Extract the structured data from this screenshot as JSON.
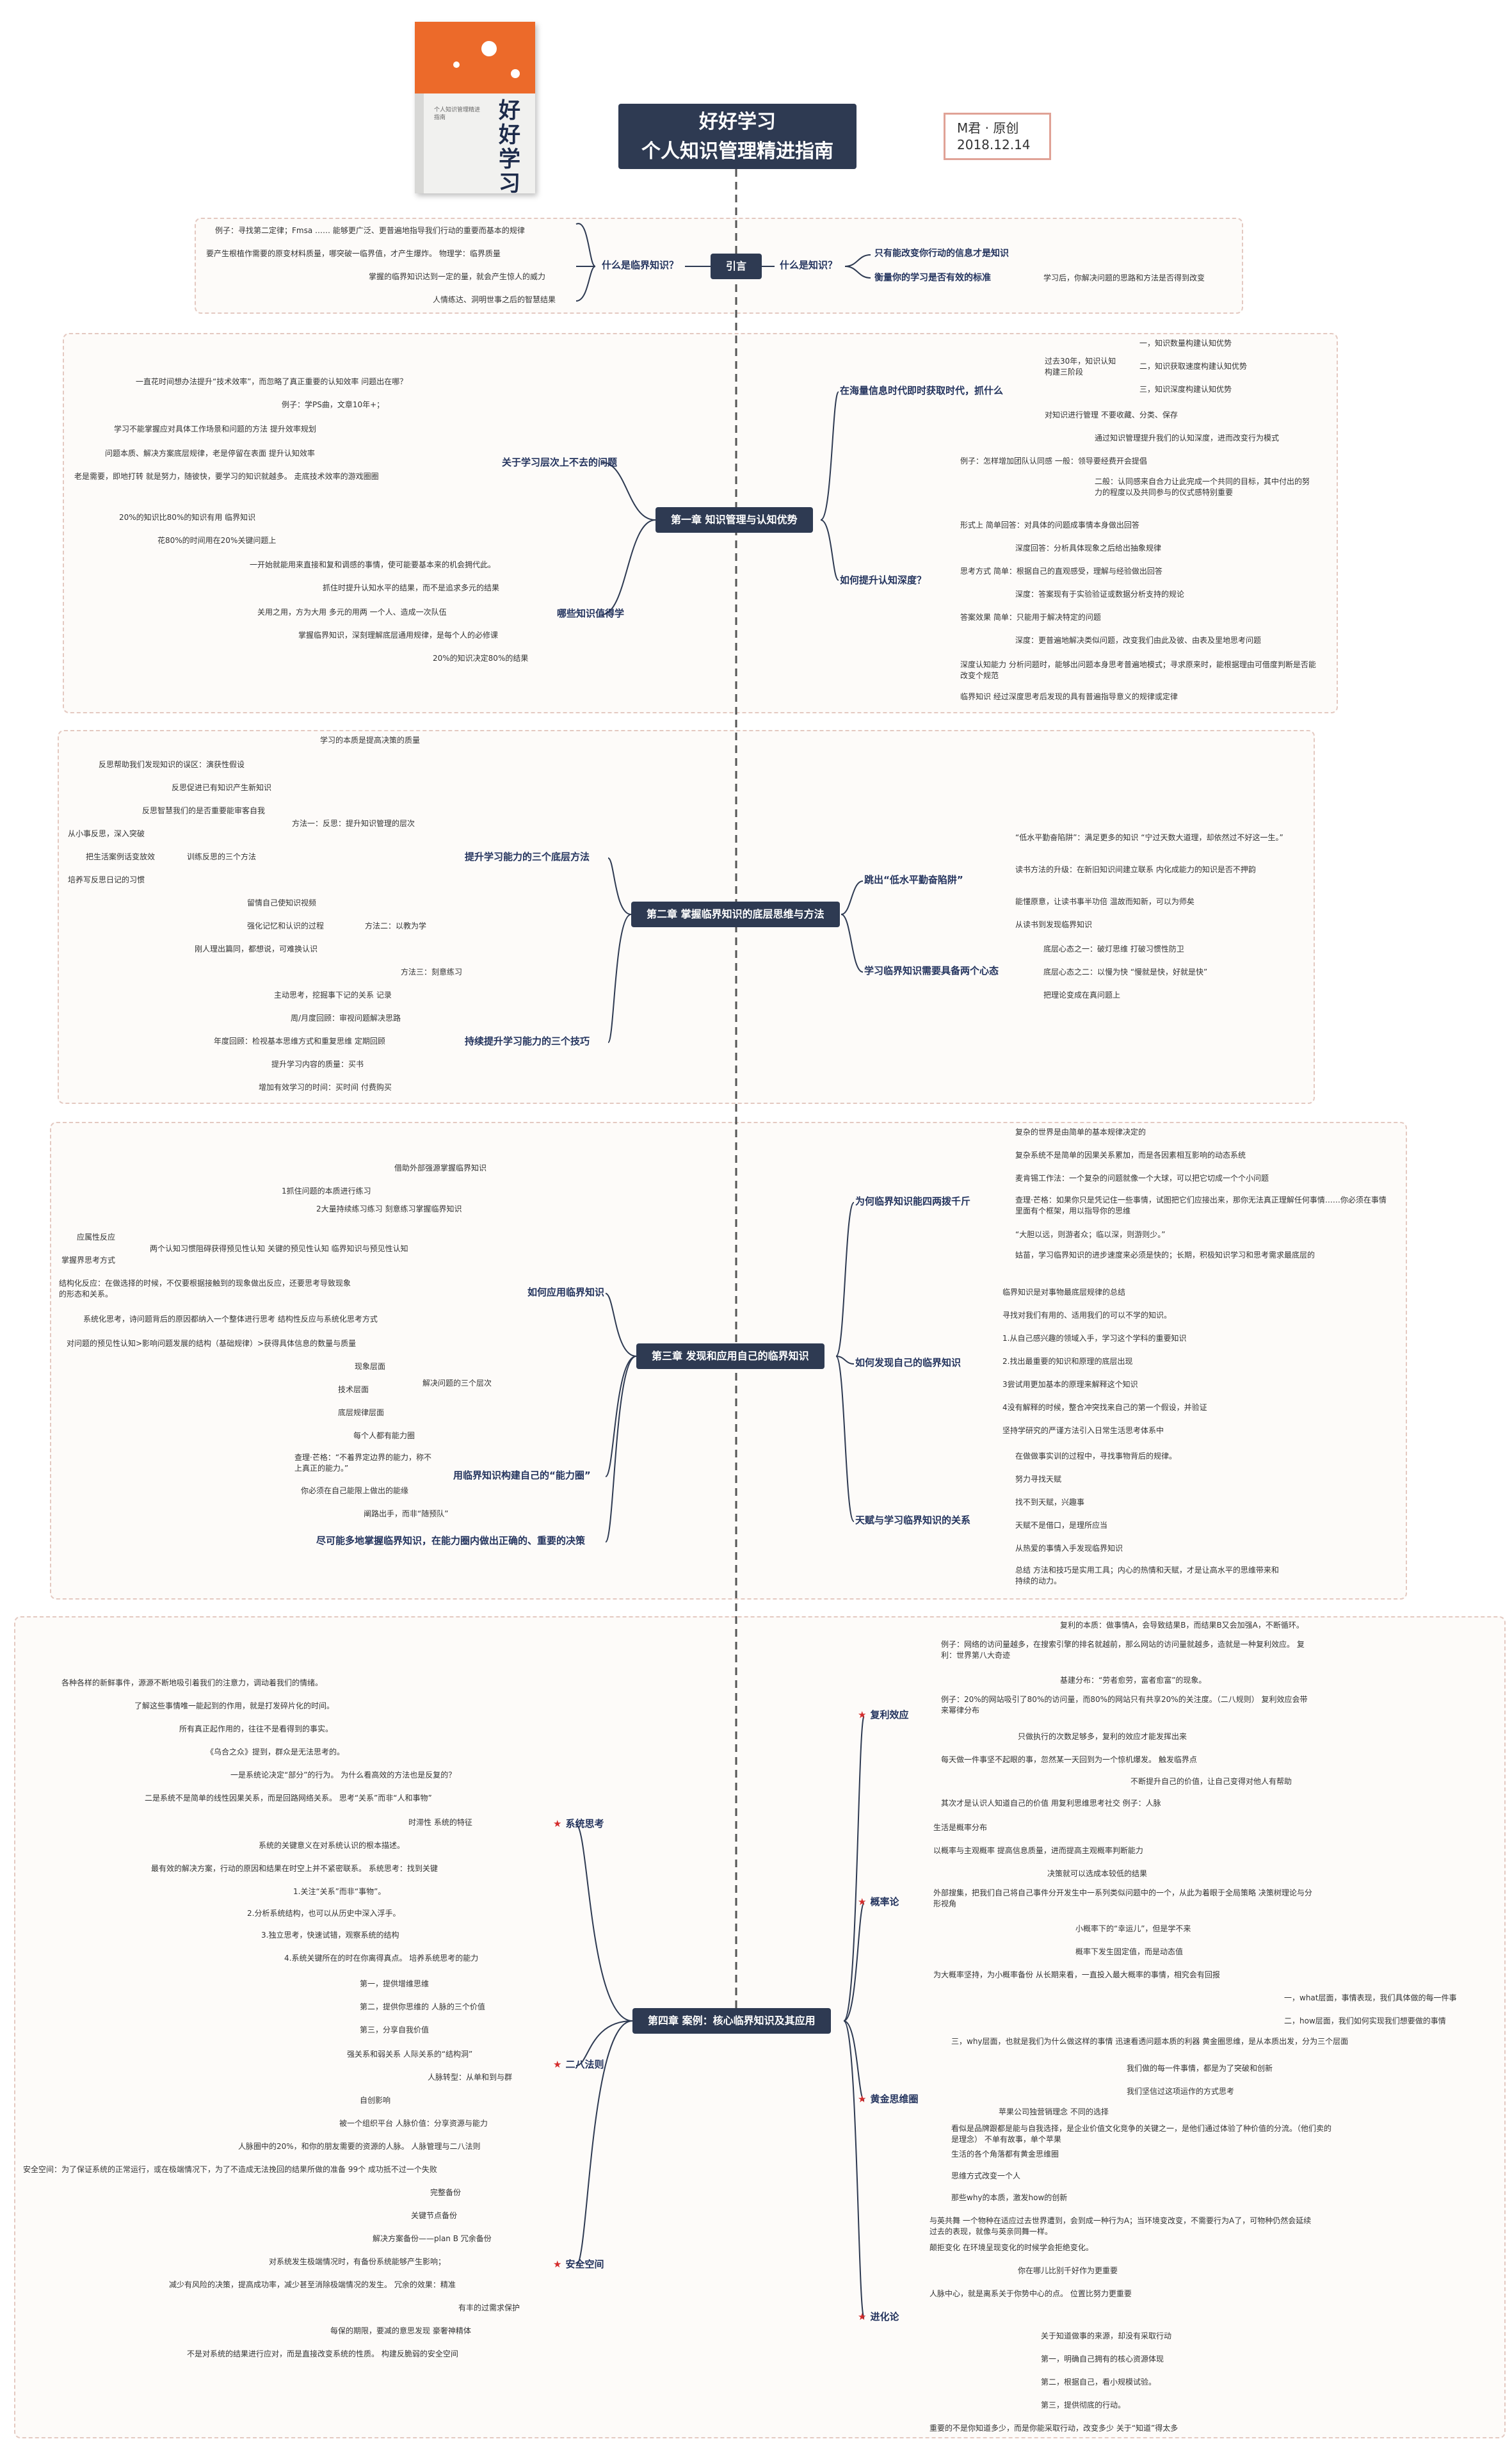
{
  "title": {
    "line1": "好好学习",
    "line2": "个人知识管理精进指南"
  },
  "author": {
    "name": "M君 · 原创",
    "date": "2018.12.14"
  },
  "cover": {
    "title": "好好学习",
    "subtitle": "个人知识管理精进指南"
  },
  "intro": {
    "label": "引言",
    "left_branch": "什么是临界知识？",
    "left_items": [
      "例子：寻找第二定律；Fmsa ……   能够更广泛、更普遍地指导我们行动的重要而基本的规律",
      "要产生根植作需要的原变材料质量，哪突破一临界值，才产生爆炸。   物理学：临界质量",
      "掌握的临界知识达到一定的量，就会产生惊人的威力",
      "人情练达、洞明世事之后的智慧结果"
    ],
    "right_branch": "什么是知识？",
    "right_items": [
      "只有能改变你行动的信息才是知识",
      "衡量你的学习是否有效的标准"
    ],
    "right_note": "学习后，你解决问题的思路和方法是否得到改变"
  },
  "ch1": {
    "label": "第一章 知识管理与认知优势",
    "left": [
      {
        "head": "关于学习层次上不去的问题",
        "items": [
          "一直花时间想办法提升“技术效率”，而忽略了真正重要的认知效率   问题出在哪？",
          "例子：学PS曲，文章10年+；",
          "学习不能掌握应对具体工作场景和问题的方法   提升效率规划",
          "问题本质、解决方案底层规律，老是停留在表面   提升认知效率",
          "老是需要，即地打转   就是努力，随彼快，要学习的知识就越多。   走底技术效率的游戏圈圈",
          "20%的知识比80%的知识有用   临界知识",
          "花80%的时间用在20%关键问题上"
        ]
      },
      {
        "head": "哪些知识值得学",
        "items": [
          "一开始就能用来直接和复和调感的事情，使可能要基本来的机会拥代此。",
          "抓住时提升认知水平的结果，而不是追求多元的结果",
          "关用之用，方为大用   多元的用两   一个人、造成一次队伍",
          "掌握临界知识，深刻理解底层通用规律，是每个人的必修课",
          "20%的知识决定80%的结果"
        ]
      }
    ],
    "right": [
      {
        "head": "在海量信息时代即时获取时代，抓什么",
        "items": [
          "一，知识数量构建认知优势",
          "二，知识获取速度构建认知优势",
          "三，知识深度构建认知优势",
          "过去30年，知识认知构建三阶段",
          "对知识进行管理   不要收藏、分类、保存",
          "通过知识管理提升我们的认知深度，进而改变行为模式"
        ]
      },
      {
        "head": "如何提升认知深度？",
        "items": [
          "例子：怎样增加团队认同感   一般：领导要经费开会提倡",
          "二般：认同感来自合力让此完成一个共同的目标，其中付出的努力的程度以及共同参与的仪式感特别重要",
          "形式上   简单回答：对具体的问题成事情本身做出回答",
          "深度回答：分析具体现象之后给出抽象规律",
          "思考方式   简单：根据自己的直观感受，理解与经验做出回答",
          "深度：答案现有于实验验证或数据分析支持的规论",
          "答案效果   简单：只能用于解决特定的问题",
          "深度：更普遍地解决类似问题，改变我们由此及彼、由表及里地思考问题",
          "深度认知能力   分析问题时，能够出问题本身思考普遍地模式；寻求原来时，能根据理由可借度判断是否能改变个规范",
          "临界知识   经过深度思考后发现的具有普遍指导意义的规律或定律"
        ]
      }
    ]
  },
  "ch2": {
    "label": "第二章 掌握临界知识的底层思维与方法",
    "left": [
      {
        "head": "提升学习能力的三个底层方法",
        "items": [
          "学习的本质是提高决策的质量",
          "反思帮助我们发现知识的误区：演获性假设",
          "反思促进已有知识产生新知识",
          "反思智慧我们的是否重要能审客自我",
          "方法一：反思：提升知识管理的层次",
          "从小事反思，深入突破",
          "把生活案例话变放效",
          "培养写反思日记的习惯",
          "训练反思的三个方法",
          "留情自己使知识视频",
          "强化记忆和认识的过程",
          "刚人理出篇同，都想说，可难换认识",
          "方法二：以教为学",
          "方法三：刻意练习"
        ]
      },
      {
        "head": "持续提升学习能力的三个技巧",
        "items": [
          "主动思考，挖掘事下记的关系   记录",
          "周/月度回顾：审视问题解决思路",
          "年度回顾：检视基本思维方式和重复思维   定期回顾",
          "提升学习内容的质量：买书",
          "增加有效学习的时间：买时间   付费购买"
        ]
      }
    ],
    "right": [
      {
        "head": "跳出“低水平勤奋陷阱”",
        "items": [
          "“低水平勤奋陷阱”：满足更多的知识   “宁过天数大道理，却依然过不好这一生。”",
          "读书方法的升级：在新旧知识间建立联系   内化成能力的知识是否不押韵",
          "能懂原意，让读书事半功倍   温故而知新，可以为师矣",
          "从读书到发现临界知识"
        ]
      },
      {
        "head": "学习临界知识需要具备两个心态",
        "items": [
          "底层心态之一：破灯思维   打破习惯性防卫",
          "底层心态之二：以慢为快   “慢就是快，好就是快”",
          "把理论变成在真问题上"
        ]
      }
    ]
  },
  "ch3": {
    "label": "第三章 发现和应用自己的临界知识",
    "left": [
      {
        "head": "如何应用临界知识",
        "items": [
          "借助外部强源掌握临界知识",
          "1抓住问题的本质进行练习",
          "2大量持续练习练习   刻意练习掌握临界知识",
          "应属性反应",
          "掌握界思考方式",
          "两个认知习惯阻碍获得预见性认知   关键的预见性认知   临界知识与预见性认知",
          "结构化反应：在做选择的时候，不仅要根据接触到的现象做出反应，还要思考导致现象的形态和关系。",
          "系统化思考，诗问题背后的原因都纳入一个整体进行思考   结构性反应与系统化思考方式",
          "对问题的预见性认知>影响问题发展的结构（基础规律）>获得具体信息的数量与质量",
          "现象层面",
          "技术层面",
          "底层规律层面",
          "解决问题的三个层次"
        ]
      },
      {
        "head": "用临界知识构建自己的“能力圈”",
        "items": [
          "每个人都有能力圈",
          "查理·芒格：“不着界定边界的能力，称不上真正的能力。”",
          "你必须在自己能限上做出的能缘",
          "阐路出手，而非“随预队”"
        ]
      },
      {
        "head": "尽可能多地掌握临界知识，在能力圈内做出正确的、重要的决策",
        "items": []
      }
    ],
    "right": [
      {
        "head": "为何临界知识能四两拨千斤",
        "items": [
          "复杂的世界是由简单的基本规律决定的",
          "复杂系统不是简单的因果关系累加，而是各因素相互影响的动态系统",
          "麦肯锡工作法：一个复杂的问题就像一个大球，可以把它切成一个个小问题",
          "查理·芒格：如果你只是凭记住一些事情，试图把它们应接出来，那你无法真正理解任何事情……你必须在事情里面有个框架，用以指导你的思维",
          "“大胆以远，则游者众；临以深，则游则少。”",
          "姑苗，学习临界知识的进步速度来必须是快的；长期，积极知识学习和思考需求最底层的"
        ]
      },
      {
        "head": "如何发现自己的临界知识",
        "items": [
          "临界知识是对事物最底层规律的总结",
          "寻找对我们有用的、适用我们的可以不学的知识。",
          "1.从自己感兴趣的领域入手，学习这个学科的重要知识",
          "2.找出最重要的知识和原理的底层出现",
          "3尝试用更加基本的原理来解释这个知识",
          "4没有解释的时候，整合冲突找来自己的第一个假设，并验证",
          "坚持学研究的严谨方法引入日常生活思考体系中"
        ]
      },
      {
        "head": "天赋与学习临界知识的关系",
        "items": [
          "在做做事实训的过程中，寻找事物背后的规律。",
          "努力寻找天赋",
          "找不到天赋，兴趣事",
          "天赋不是借口，是理所应当",
          "从热爱的事情入手发现临界知识",
          "总结   方法和技巧是实用工具；内心的热情和天赋，才是让高水平的思维带来和持续的动力。"
        ]
      }
    ]
  },
  "ch4": {
    "label": "第四章 案例：核心临界知识及其应用",
    "left": [
      {
        "head": "系统思考",
        "items": [
          "各种各样的新鲜事件，源源不断地吸引着我们的注意力，调动着我们的情绪。",
          "了解这些事情唯一能起到的作用，就是打发碎片化的时间。",
          "所有真正起作用的，往往不是看得到的事实。",
          "《乌合之众》提到，群众是无法思考的。",
          "一是系统论决定“部分”的行为。   为什么看高效的方法也是反复的？",
          "二是系统不是简单的线性因果关系，而是回路网络关系。   思考“关系”而非“人和事物”",
          "时滞性   系统的特征",
          "系统的关键意义在对系统认识的根本描述。",
          "最有效的解决方案，行动的原因和结果在时空上并不紧密联系。   系统思考：找到关键",
          "1.关注“关系”而非“事物”。",
          "2.分析系统结构，也可以从历史中深入浮手。",
          "3.独立思考，快速试错，观察系统的结构",
          "4.系统关键所在的时在你离得真点。   培养系统思考的能力"
        ]
      },
      {
        "head": "二八法则",
        "items": [
          "第一，提供增维思维",
          "第二，提供你思维的   人脉的三个价值",
          "第三，分享自我价值",
          "强关系和弱关系   人际关系的“结构洞”",
          "人脉转型：从单和到与群",
          "自创影响",
          "被一个组织平台   人脉价值：分享资源与能力",
          "人脉圈中的20%，和你的朋友需要的资源的人脉。   人脉管理与二八法则"
        ]
      },
      {
        "head": "安全空间",
        "items": [
          "安全空间：为了保证系统的正常运行，或在极端情况下，为了不造成无法挽回的结果所做的准备   99个 成功抵不过一个失败",
          "完整备份",
          "关键节点备份",
          "解决方案备份——plan B   冗余备份",
          "对系统发生极端情况时，有备份系统能够产生影响；",
          "减少有风险的决策，提高成功率，减少甚至消除极端情况的发生。   冗余的效果：精准",
          "有丰的过需求保护",
          "每保的期限，要减的意思发现   豪奢神精体",
          "不是对系统的结果进行应对，而是直接改变系统的性质。   构建反脆弱的安全空间"
        ]
      }
    ],
    "right": [
      {
        "head": "复利效应",
        "items": [
          "复利的本质：做事情A，会导致结果B，而结果B又会加强A，不断循环。",
          "例子：网络的访问量越多，在搜索引擎的排名就越前，那么网站的访问量就越多，造就是一种复利效应。   复利：世界第八大奇迹",
          "基建分布：“劳者愈劳，富者愈富”的现象。",
          "例子：20%的网站吸引了80%的访问量，而80%的网站只有共享20%的关注度。（二八规则）   复利效应会带来幂律分布",
          "只做执行的次数足够多，复利的效应才能发挥出来",
          "每天做一件事坚不起眼的事，忽然某一天回到为一个惊机爆发。   触发临界点",
          "不断提升自己的价值，让自己变得对他人有帮助",
          "其次才是认识人知道自己的价值   用复利思维思考社交   例子：人脉"
        ]
      },
      {
        "head": "概率论",
        "items": [
          "生活是概率分布",
          "以概率与主观概率   提高信息质量，进而提高主观概率判断能力",
          "决策就可以选成本较低的结果",
          "外部搜集，把我们自己将自己事件分开发生中一系列类似问题中的一个，从此为着眼于全局策略   决策树理论与分形视角",
          "小概率下的“幸运儿”，但是学不来",
          "概率下发生固定值，而是动态值",
          "为大概率坚持，为小概率备份   从长期来看，一直投入最大概率的事情，相究会有回报"
        ]
      },
      {
        "head": "黄金思维圈",
        "items": [
          "一，what层面，事情表现，我们具体做的每一件事",
          "二，how层面，我们如何实现我们想要做的事情",
          "三，why层面，也就是我们为什么做这样的事情   迅速看透问题本质的利器   黄金圈思维，是从本质出发，分为三个层面",
          "我们做的每一件事情，都是为了突破和创新",
          "我们坚信过这项运作的方式思考",
          "苹果公司独营销理念   不同的选择",
          "看似是品牌跟都是能与自我选择，是企业价值文化竞争的关键之一，是他们通过体验了种价值的分流。（他们卖的是理念）   不单有故事，单个苹果",
          "生活的各个角落都有黄金思维圈",
          "思维方式改变一个人",
          "那些why的本质，激发how的创新"
        ]
      },
      {
        "head": "进化论",
        "items": [
          "与英共舞   一个物种在适应过去世界遭到，会到成一种行为A；当环境变改变，不需要行为A了，可物种仍然会延续过去的表现，就像与英亲同舞一样。",
          "颠拒变化   在环境呈现变化的时候学会拒绝变化。",
          "你在哪儿比别千好作为更重要",
          "人脉中心，就是离系关于你势中心的点。   位置比努力更重要",
          "关于知道做事的来源，却没有采取行动",
          "第一，明确自己拥有的核心资源体现",
          "第二，根据自己，看小规模试验。",
          "第三，提供彻底的行动。",
          "重要的不是你知道多少，而是你能采取行动，改变多少   关于“知道”得太多"
        ]
      }
    ]
  }
}
